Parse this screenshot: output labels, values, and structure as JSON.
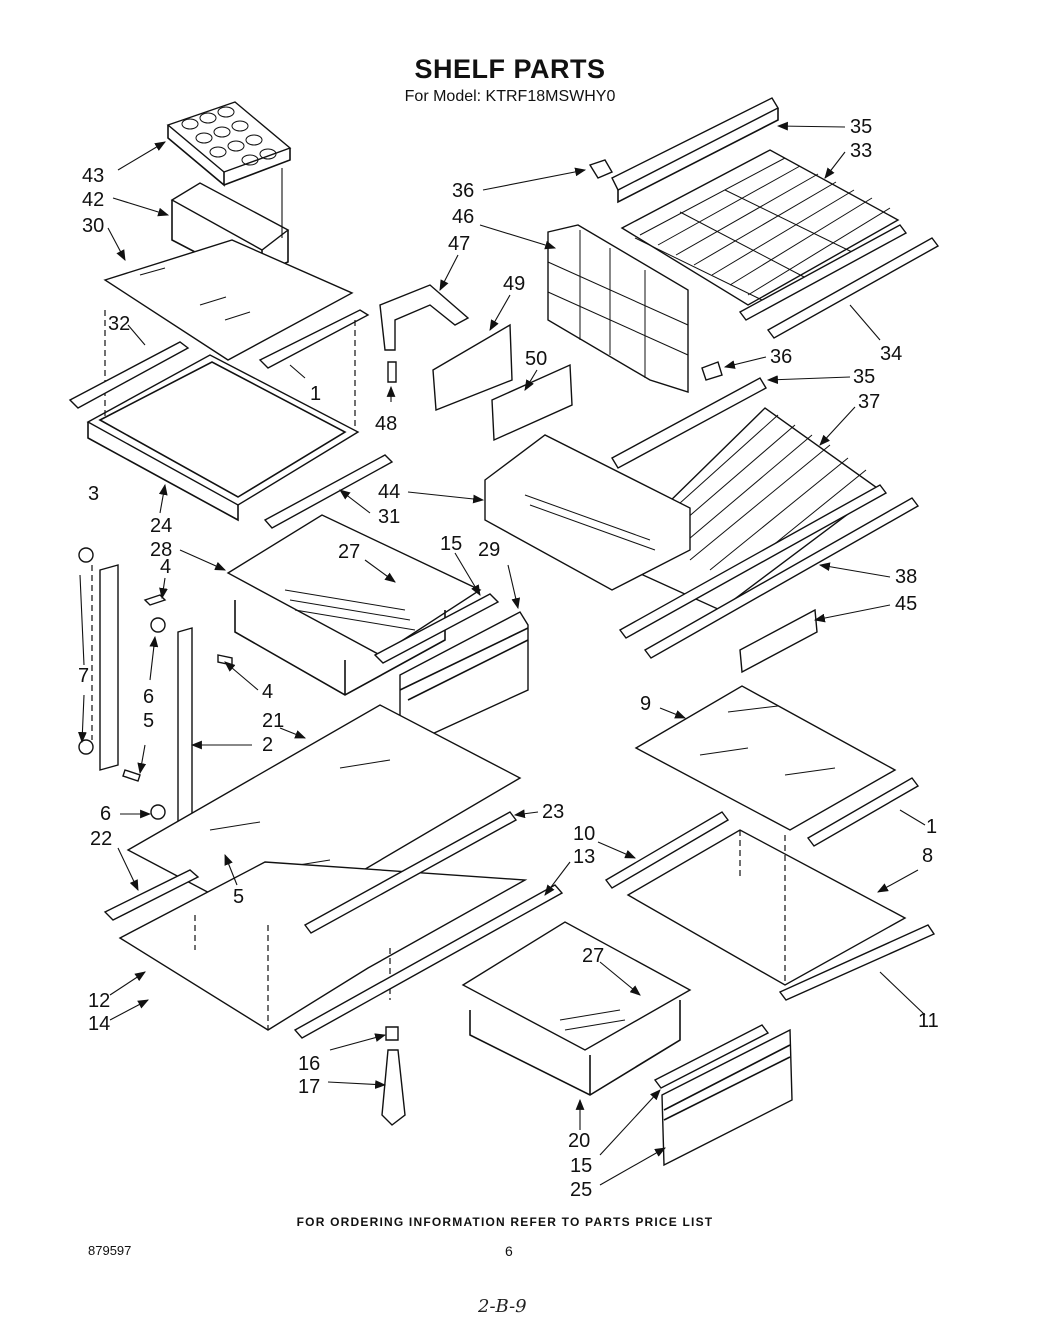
{
  "title": "SHELF PARTS",
  "subtitle": "For Model: KTRF18MSWHY0",
  "footer": "FOR ORDERING INFORMATION REFER TO PARTS PRICE LIST",
  "doc_number": "879597",
  "page_number": "6",
  "handwritten": "2-B-9",
  "callouts": [
    "43",
    "42",
    "30",
    "32",
    "1",
    "48",
    "47",
    "49",
    "50",
    "46",
    "36",
    "35",
    "33",
    "34",
    "36",
    "35",
    "37",
    "44",
    "24",
    "31",
    "3",
    "28",
    "4",
    "27",
    "15",
    "29",
    "38",
    "45",
    "7",
    "6",
    "5",
    "4",
    "21",
    "2",
    "9",
    "6",
    "5",
    "23",
    "1",
    "22",
    "10",
    "13",
    "8",
    "12",
    "14",
    "27",
    "11",
    "16",
    "17",
    "20",
    "15",
    "25"
  ]
}
